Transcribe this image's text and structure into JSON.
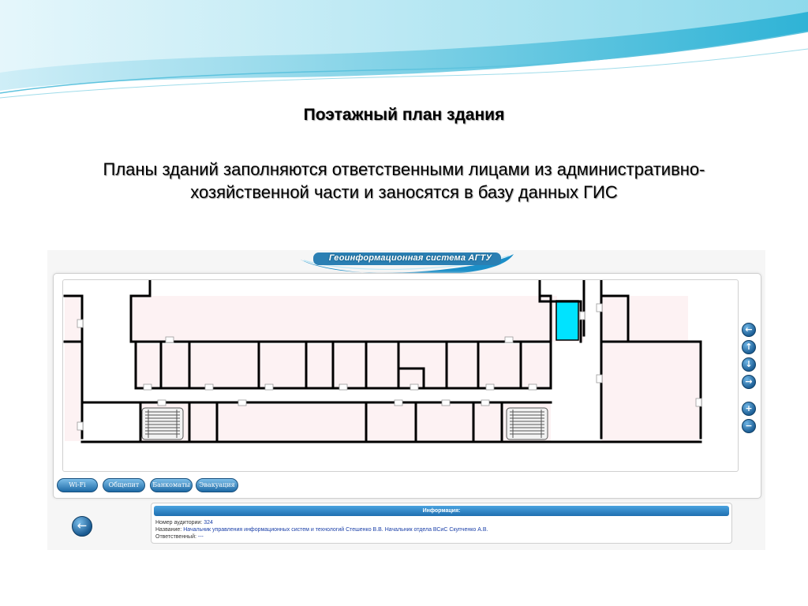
{
  "slide": {
    "title": "Поэтажный план здания",
    "subtitle_line1": "Планы зданий заполняются ответственными лицами из административно-",
    "subtitle_line2": "хозяйственной части и заносятся в базу данных  ГИС"
  },
  "gis": {
    "logo_text": "Геоинформационная система АГТУ",
    "nav": {
      "left": "←",
      "up": "↑",
      "down": "↓",
      "right": "→",
      "zoom_in": "+",
      "zoom_out": "−"
    },
    "tabs": [
      "Wi-Fi",
      "Общепит",
      "Банкоматы",
      "Эвакуация"
    ],
    "back": "←",
    "info": {
      "header": "Информация:",
      "room_label": "Номер аудитории:",
      "room_value": "324",
      "name_label": "Название:",
      "name_value": "Начальник управления информационных систем и технологий Стешенко В.В. Начальник отдела ВСиС Скупченко А.В.",
      "responsible_label": "Ответственный:",
      "responsible_value": "---"
    }
  },
  "colors": {
    "wall": "#000000",
    "room_fill": "#fdf2f3",
    "highlight_room": "#00e0ff",
    "accent_blue": "#1f6fb0"
  }
}
